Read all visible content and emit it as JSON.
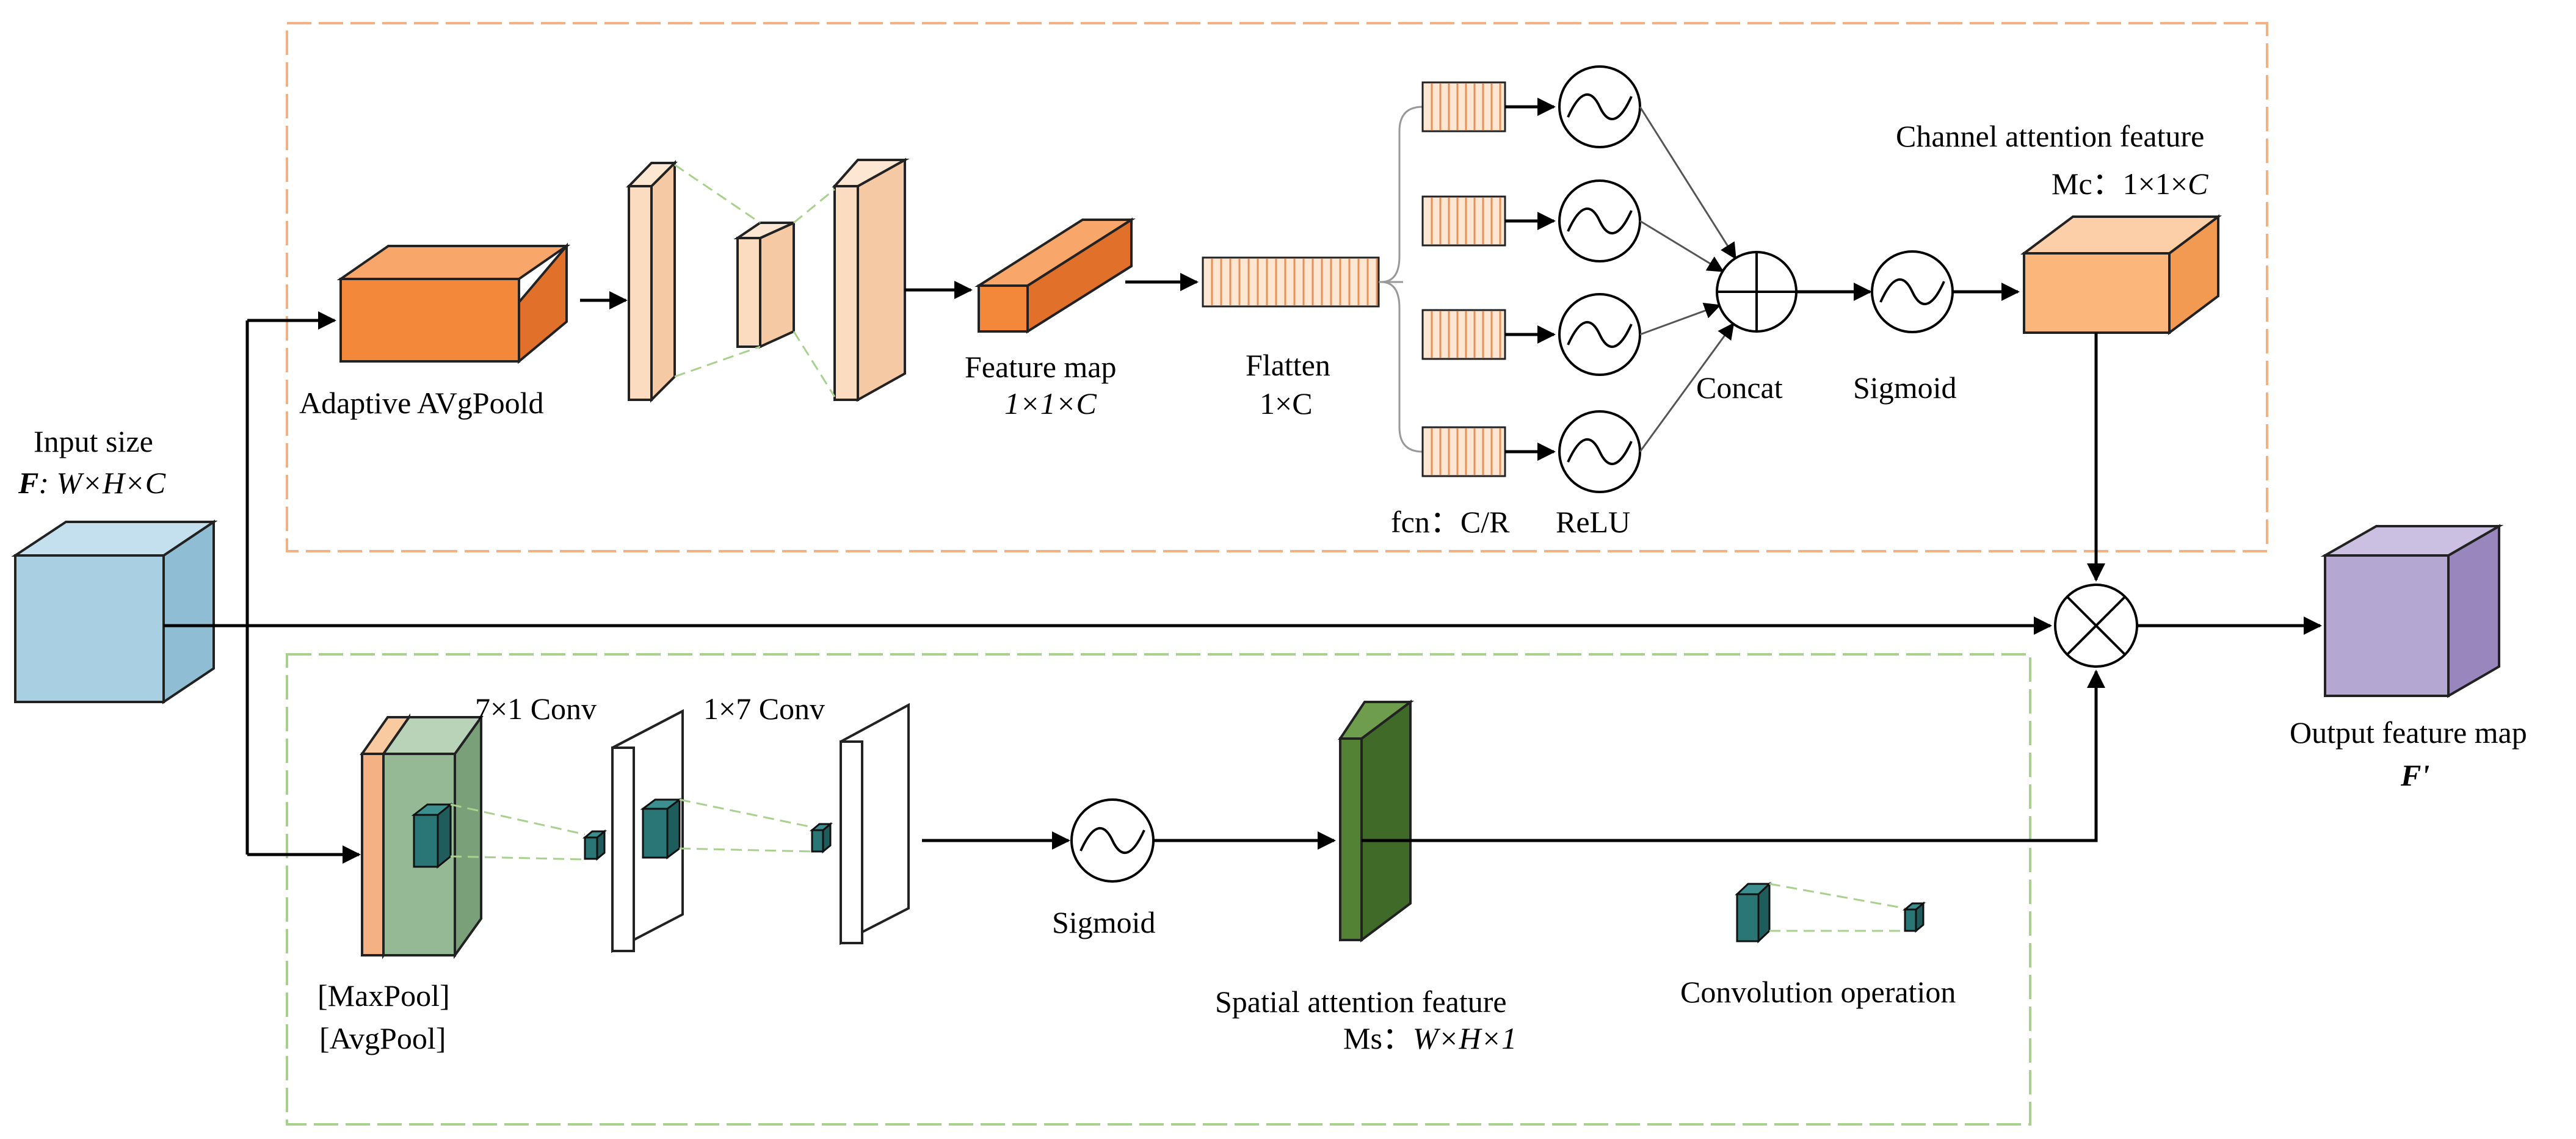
{
  "labels": {
    "input_size": "Input size",
    "input_dims_symbol": "F",
    "input_dims_rest": ": W×H×C",
    "adaptive_pool": "Adaptive AVgPoold",
    "feature_map": "Feature map",
    "feature_map_dims": "1×1×C",
    "flatten": "Flatten",
    "flatten_dims": "1×C",
    "fcn": "fcn：C/R",
    "relu": "ReLU",
    "concat": "Concat",
    "sigmoid_top": "Sigmoid",
    "channel_attention": "Channel attention feature",
    "channel_dims_prefix": "Mc：",
    "channel_dims_num": "1×1×",
    "channel_dims_c": "C",
    "conv_7x1": "7×1 Conv",
    "conv_1x7": "1×7 Conv",
    "maxpool": "[MaxPool]",
    "avgpool": "[AvgPool]",
    "sigmoid_bottom": "Sigmoid",
    "spatial_attention": "Spatial attention feature",
    "spatial_dims_prefix": "Ms：",
    "spatial_dims_rest": "W×H×1",
    "convolution_operation": "Convolution operation",
    "output_feature_map": "Output feature map",
    "output_symbol": "F'"
  },
  "colors": {
    "input_cube": "#a9cfe3",
    "orange_block": "#f4883a",
    "peach_block": "#fbdcc0",
    "channel_attention_cube": "#fbb67c",
    "output_cube": "#b4a7d2",
    "spatial_green": "#548235",
    "pool_green": "#95b994",
    "pool_orange": "#f4b183",
    "teal": "#2a7575",
    "top_box_border": "#f4b183",
    "bottom_box_border": "#a9d18e"
  }
}
